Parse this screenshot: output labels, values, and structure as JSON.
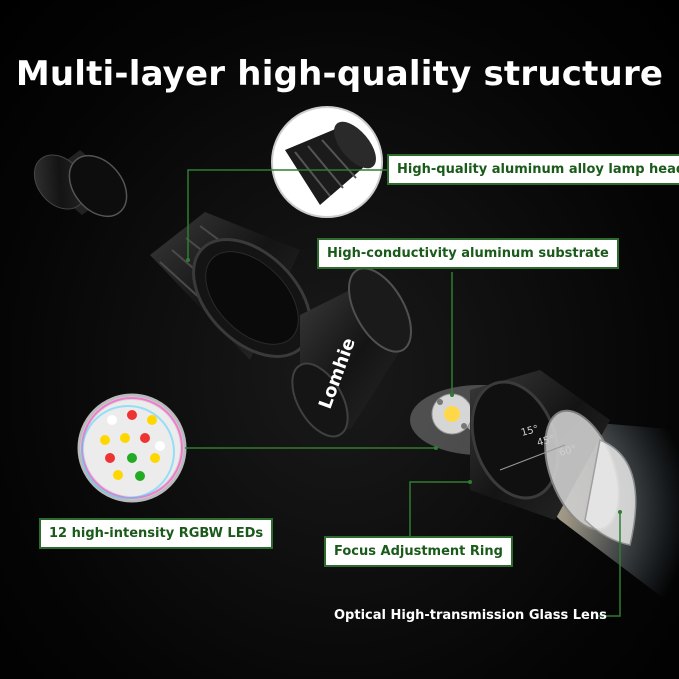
{
  "title": "Multi-layer high-quality structure",
  "brand": "Lomhie",
  "labels": {
    "lamp_head": "High-quality aluminum alloy lamp head",
    "substrate": "High-conductivity aluminum substrate",
    "leds": "12 high-intensity RGBW LEDs",
    "focus_ring": "Focus Adjustment Ring",
    "lens": "Optical High-transmission Glass Lens"
  },
  "ring_marks": [
    "15°",
    "45°",
    "60°"
  ],
  "colors": {
    "background": "#000000",
    "label_border": "#2e6b2e",
    "label_text": "#1a5a1a",
    "leader_line": "#2e7d32"
  }
}
